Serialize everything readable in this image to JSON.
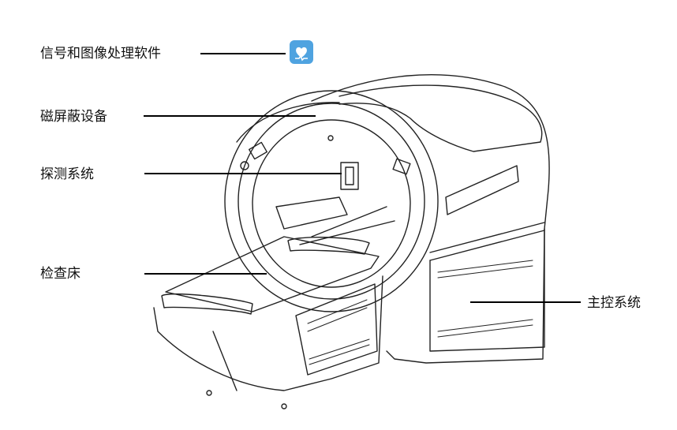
{
  "labels": {
    "software": "信号和图像处理软件",
    "shield": "磁屏蔽设备",
    "detection": "探测系统",
    "bed": "检查床",
    "control": "主控系统"
  },
  "icons": {
    "software_icon": "heart-pulse-icon",
    "software_icon_color": "#4fa3e0"
  }
}
